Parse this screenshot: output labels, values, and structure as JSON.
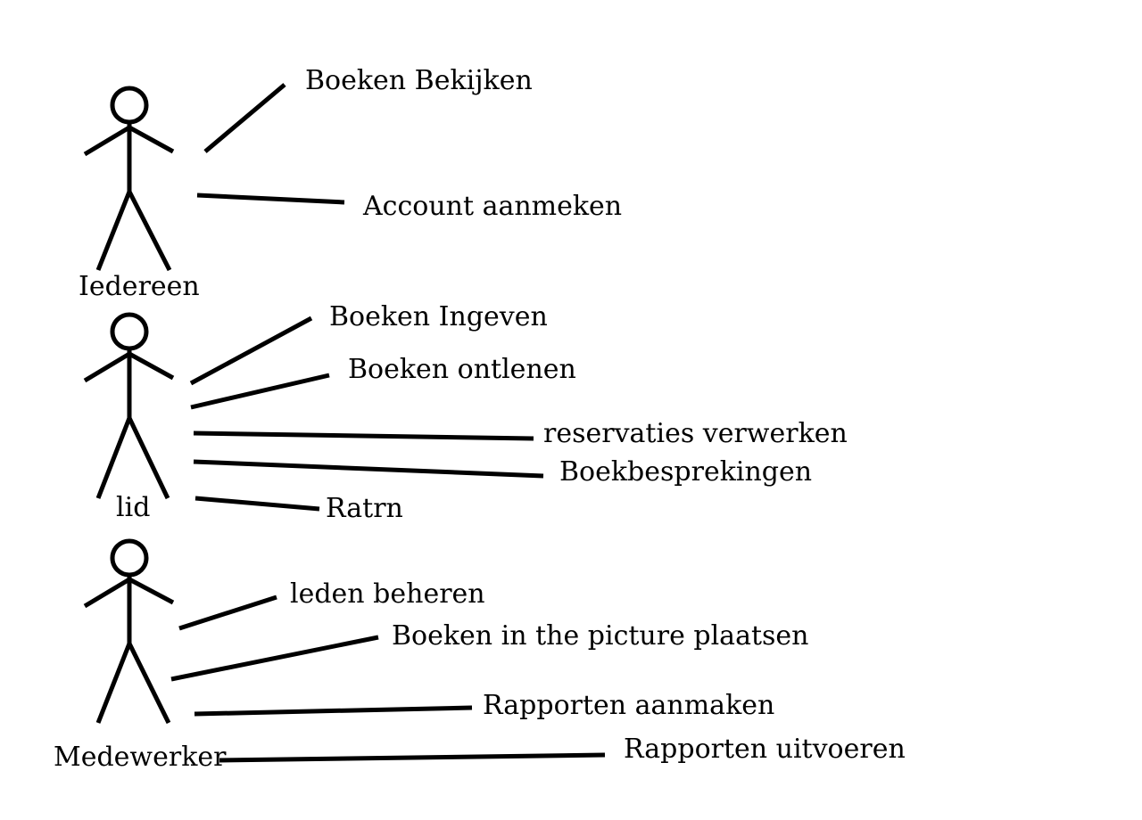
{
  "actors": [
    {
      "id": "iedereen",
      "label": "Iedereen",
      "use_cases": [
        "Boeken Bekijken",
        "Account aanmeken"
      ]
    },
    {
      "id": "lid",
      "label": "lid",
      "use_cases": [
        "Boeken Ingeven",
        "Boeken ontlenen",
        "reservaties verwerken",
        "Boekbesprekingen",
        "Ratrn"
      ]
    },
    {
      "id": "medewerker",
      "label": "Medewerker",
      "use_cases": [
        "leden beheren",
        "Boeken in the picture plaatsen",
        "Rapporten aanmaken",
        "Rapporten uitvoeren"
      ]
    }
  ],
  "colors": {
    "stroke": "#000000",
    "background": "#ffffff"
  }
}
